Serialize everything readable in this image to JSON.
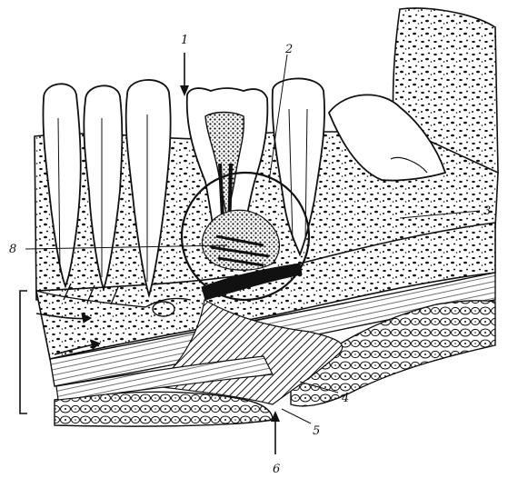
{
  "figure": {
    "callouts": [
      {
        "id": "c1",
        "text": "1"
      },
      {
        "id": "c2",
        "text": "2"
      },
      {
        "id": "c3",
        "text": "3"
      },
      {
        "id": "c4",
        "text": "4"
      },
      {
        "id": "c5",
        "text": "5"
      },
      {
        "id": "c6",
        "text": "6"
      },
      {
        "id": "c8",
        "text": "8"
      }
    ],
    "colors": {
      "ink": "#111111",
      "paper": "#ffffff"
    }
  }
}
